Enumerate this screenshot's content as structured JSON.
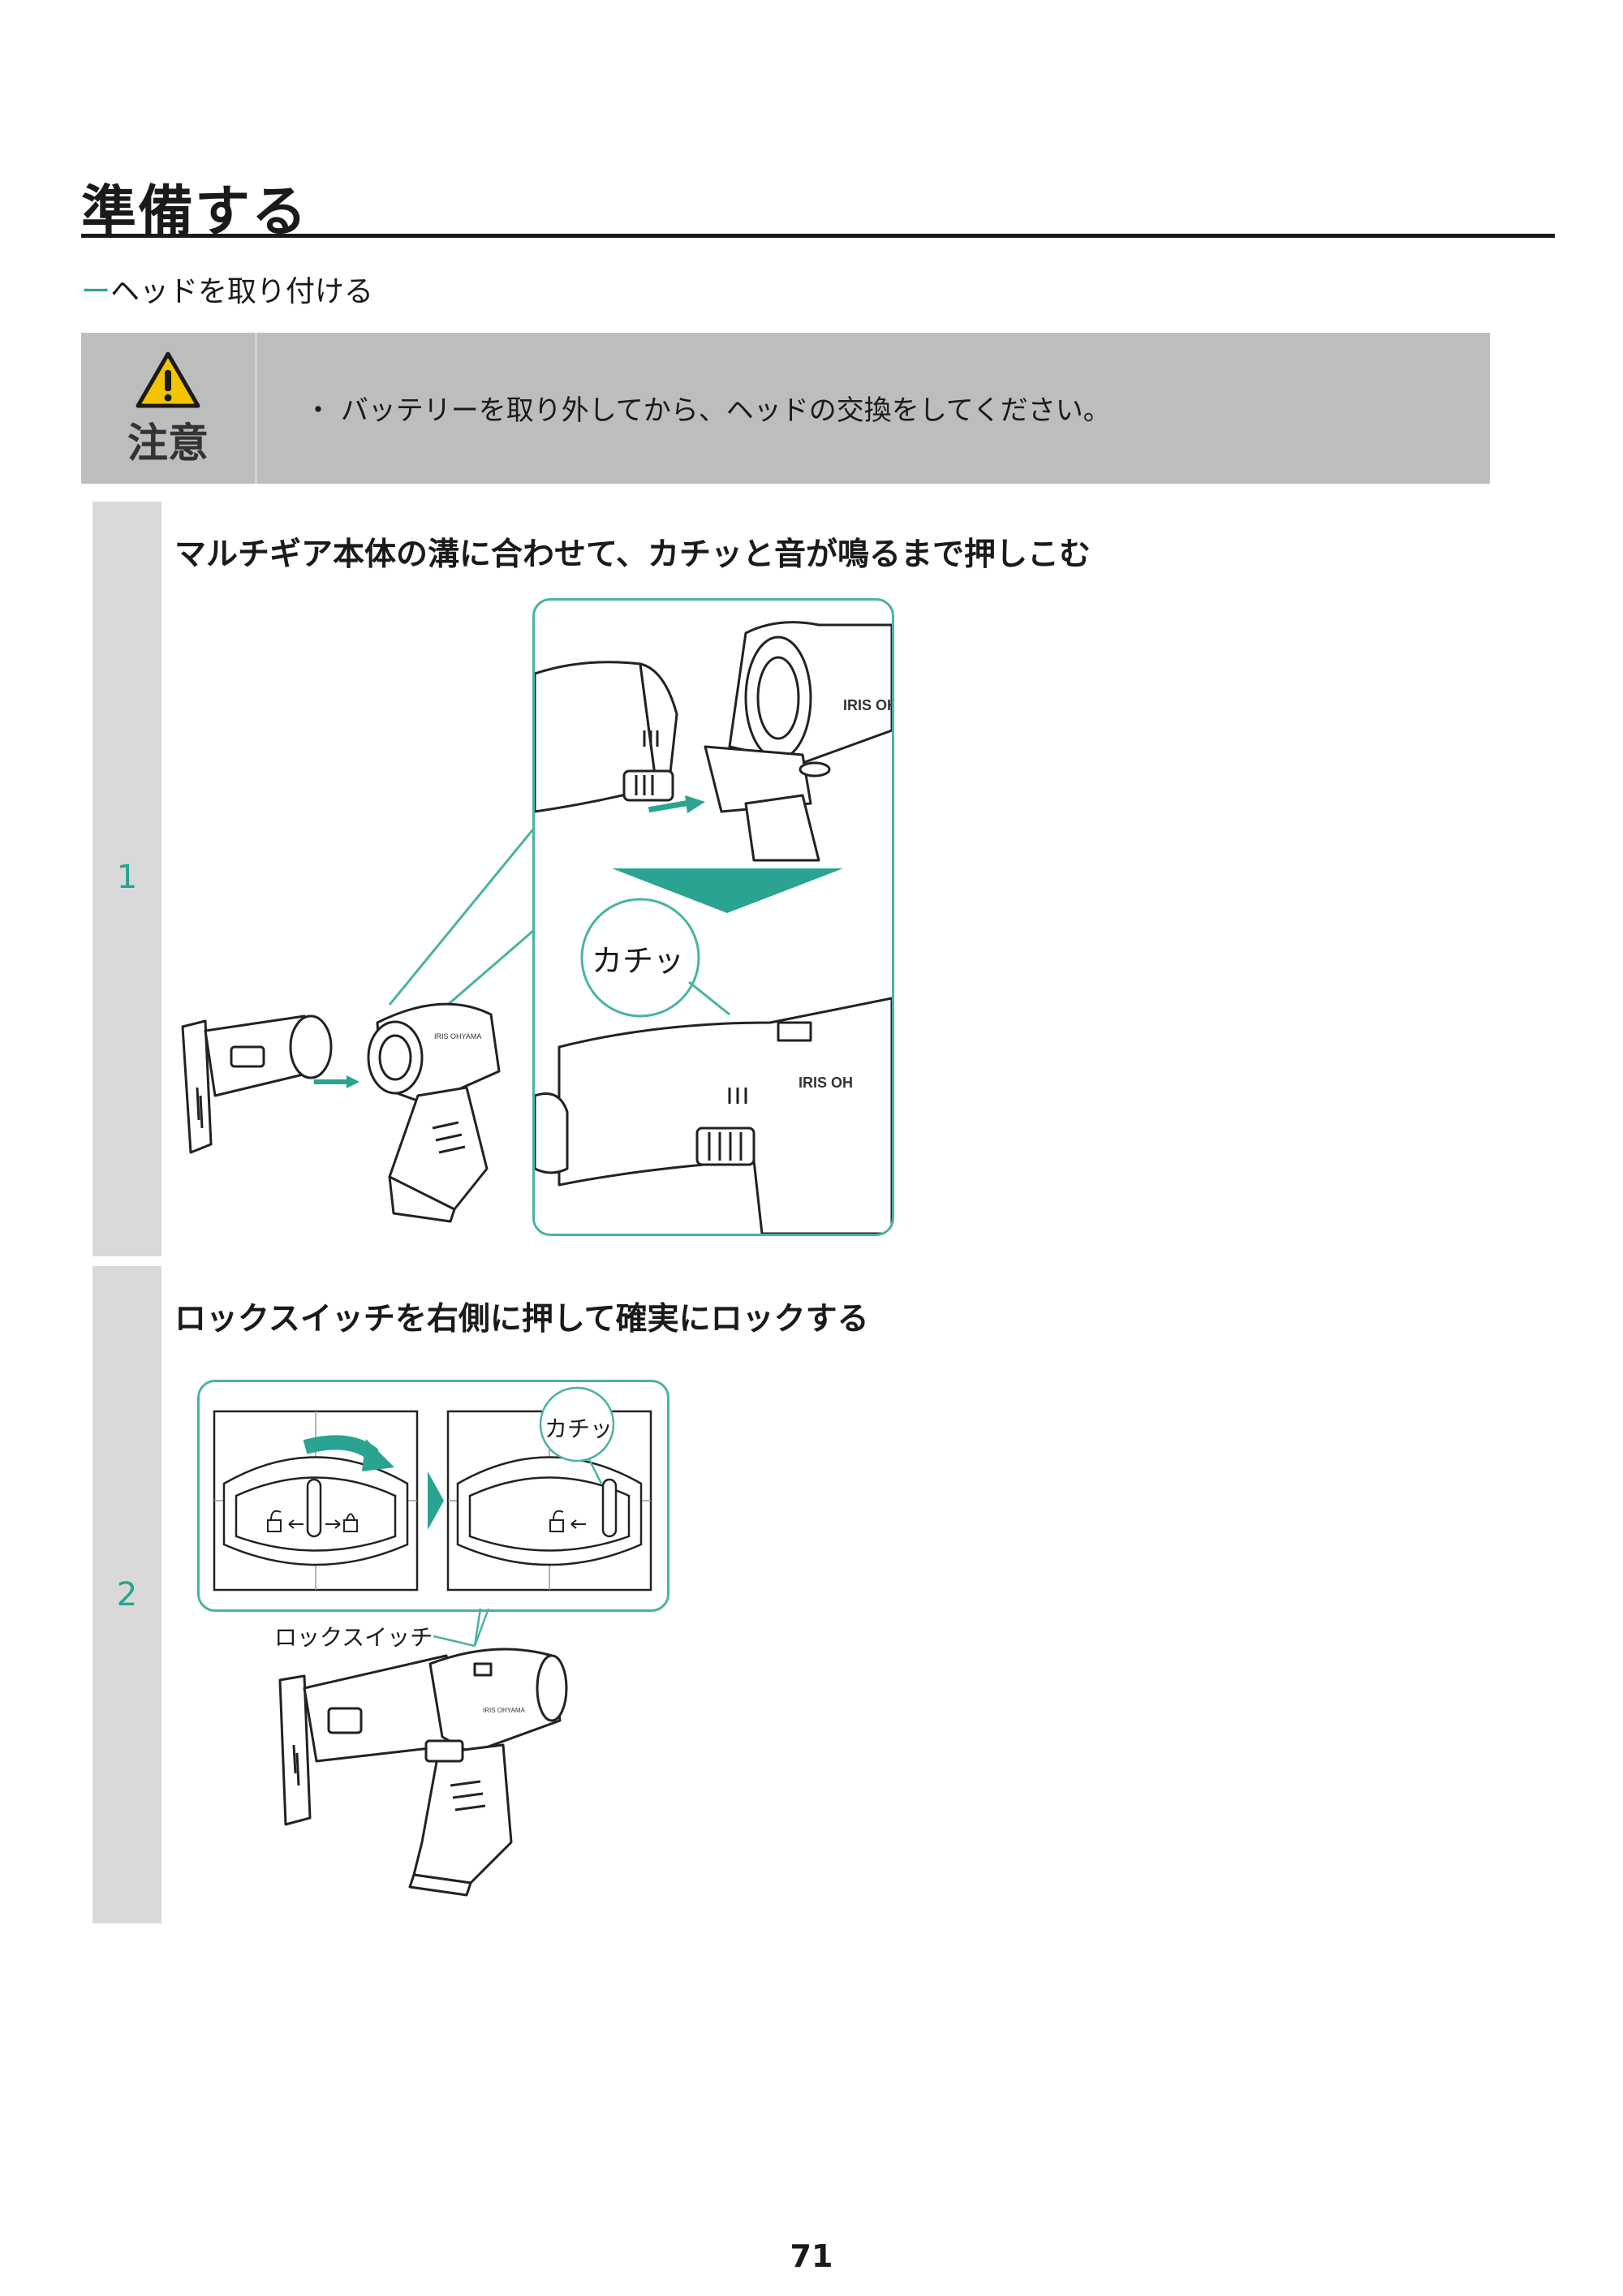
{
  "page": {
    "title": "準備する",
    "subtitle_dash": "ー",
    "subtitle": "ヘッドを取り付ける",
    "page_number": "71"
  },
  "caution": {
    "label": "注意",
    "bullet": "・",
    "text": "バッテリーを取り外してから、ヘッドの交換をしてください。",
    "icon": "warning-triangle-icon"
  },
  "steps": [
    {
      "number": "1",
      "text": "マルチギア本体の溝に合わせて、カチッと音が鳴るまで押しこむ",
      "callout": "カチッ",
      "brand_marks": [
        "IRIS OH",
        "IRIS OH",
        "IRIS OHYAMA"
      ]
    },
    {
      "number": "2",
      "text": "ロックスイッチを右側に押して確実にロックする",
      "callout": "カチッ",
      "switch_label": "ロックスイッチ",
      "brand_marks": [
        "IRIS OHYAMA"
      ]
    }
  ],
  "colors": {
    "accent": "#2aa391",
    "caution_bg": "#bdbdbd",
    "step_bar": "#d9d9d9"
  }
}
